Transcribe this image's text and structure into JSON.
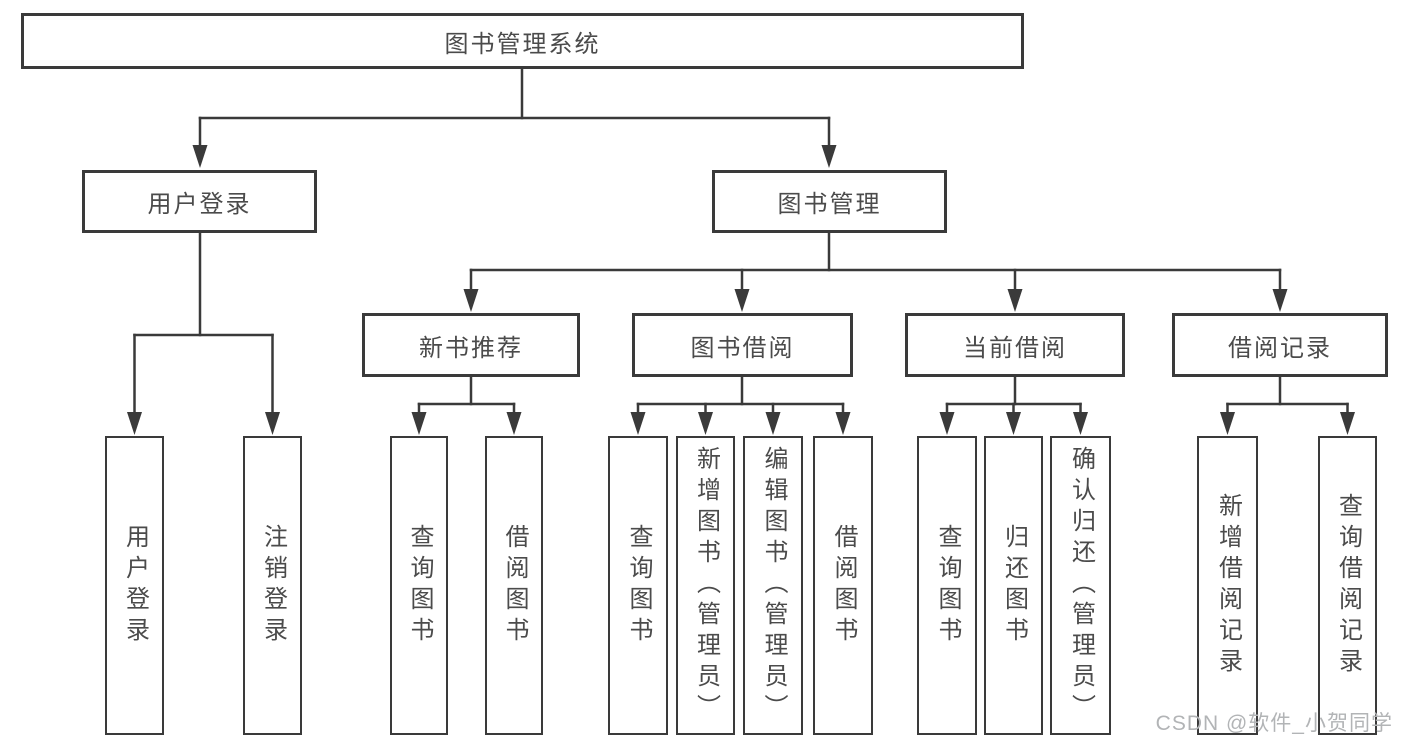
{
  "diagram": {
    "root": {
      "label": "图书管理系统"
    },
    "branches": [
      {
        "label": "用户登录",
        "children": [
          {
            "label": "用户登录"
          },
          {
            "label": "注销登录"
          }
        ]
      },
      {
        "label": "图书管理",
        "children": [
          {
            "label": "新书推荐",
            "children": [
              {
                "label": "查询图书"
              },
              {
                "label": "借阅图书"
              }
            ]
          },
          {
            "label": "图书借阅",
            "children": [
              {
                "label": "查询图书"
              },
              {
                "label": "新增图书（管理员）"
              },
              {
                "label": "编辑图书（管理员）"
              },
              {
                "label": "借阅图书"
              }
            ]
          },
          {
            "label": "当前借阅",
            "children": [
              {
                "label": "查询图书"
              },
              {
                "label": "归还图书"
              },
              {
                "label": "确认归还（管理员）"
              }
            ]
          },
          {
            "label": "借阅记录",
            "children": [
              {
                "label": "新增借阅记录"
              },
              {
                "label": "查询借阅记录"
              }
            ]
          }
        ]
      }
    ],
    "colors": {
      "line": "#3a3a3a",
      "box_border": "#3a3a3a",
      "text": "#4b4b4b",
      "background": "#ffffff",
      "watermark": "#b2b4b6"
    }
  },
  "watermark": {
    "text": "CSDN @软件_小贺同学"
  }
}
